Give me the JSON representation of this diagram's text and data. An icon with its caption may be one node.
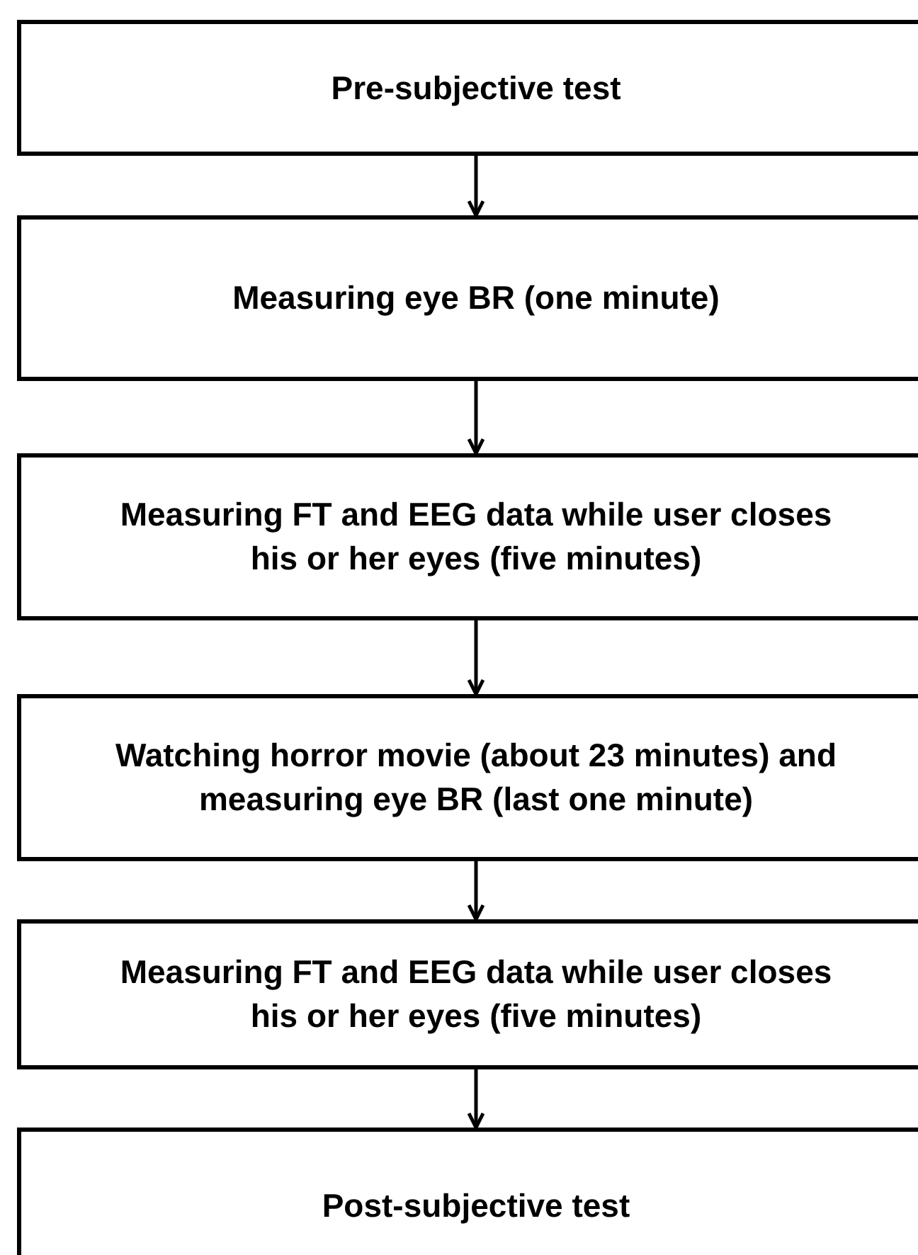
{
  "diagram": {
    "nodes": [
      {
        "text": [
          "Pre-subjective test"
        ]
      },
      {
        "text": [
          "Measuring eye BR (one minute)"
        ]
      },
      {
        "text": [
          "Measuring FT and EEG data while user closes his or her eyes (five minutes)"
        ]
      },
      {
        "text": [
          "Watching horror movie (about 23 minutes) and measuring eye BR (last one minute)"
        ]
      },
      {
        "text": [
          "Measuring FT and EEG data while user closes his or her eyes (five minutes)"
        ]
      },
      {
        "text": [
          "Post-subjective test"
        ]
      }
    ],
    "edges": [
      {
        "from": 0,
        "to": 1,
        "arrow": "to"
      },
      {
        "from": 1,
        "to": 2,
        "arrow": "to"
      },
      {
        "from": 2,
        "to": 3,
        "arrow": "to"
      },
      {
        "from": 3,
        "to": 4,
        "arrow": "to"
      },
      {
        "from": 4,
        "to": 5,
        "arrow": "to"
      }
    ]
  }
}
